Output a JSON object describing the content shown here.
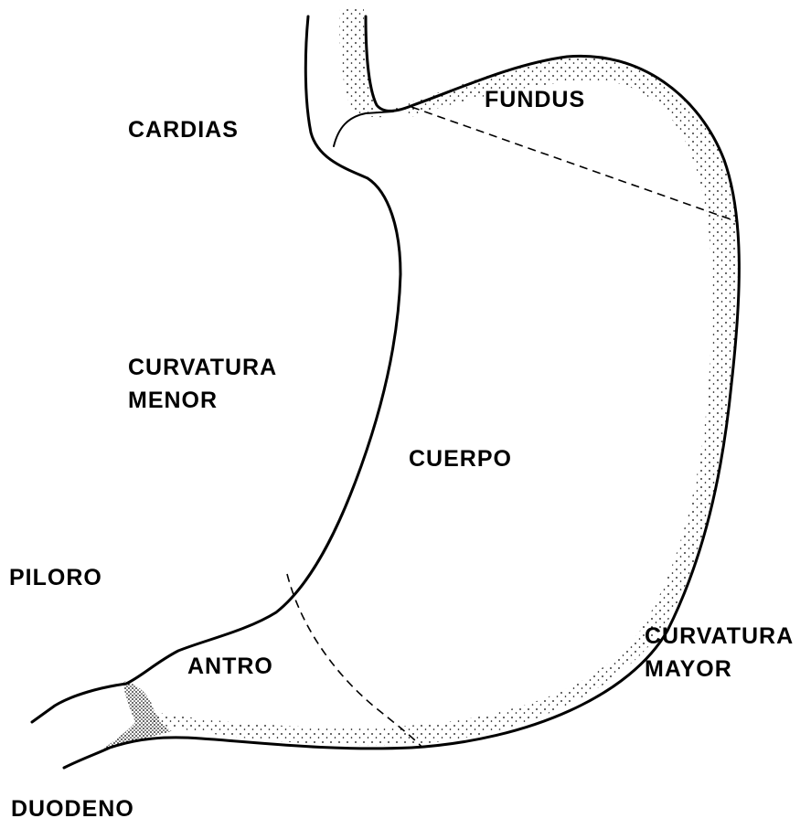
{
  "labels": {
    "fundus": "FUNDUS",
    "cardias": "CARDIAS",
    "curvatura_menor_line1": "CURVATURA",
    "curvatura_menor_line2": "MENOR",
    "cuerpo": "CUERPO",
    "piloro": "PILORO",
    "antro": "ANTRO",
    "curvatura_mayor_line1": "CURVATURA",
    "curvatura_mayor_line2": "MAYOR",
    "duodeno": "DUODENO"
  },
  "colors": {
    "ink": "#000000",
    "background": "#ffffff"
  }
}
